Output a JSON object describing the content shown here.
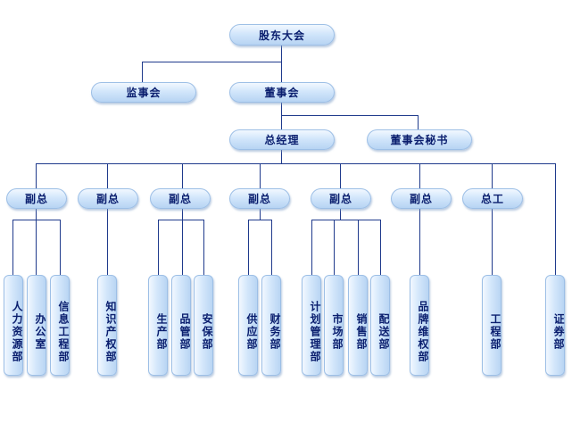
{
  "org_chart": {
    "top": "股东大会",
    "supervisory_board": "监事会",
    "board": "董事会",
    "general_manager": "总经理",
    "board_secretary": "董事会秘书",
    "deputies": [
      "副总",
      "副总",
      "副总",
      "副总",
      "副总",
      "副总"
    ],
    "chief_engineer": "总工",
    "departments": {
      "hr": "人力资源部",
      "office": "办公室",
      "it": "信息工程部",
      "ip": "知识产权部",
      "production": "生产部",
      "quality": "品管部",
      "safety": "安保部",
      "supply": "供应部",
      "finance": "财务部",
      "planning": "计划管理部",
      "market": "市场部",
      "sales": "销售部",
      "distribution": "配送部",
      "brand": "品牌维权部",
      "engineering": "工程部",
      "securities": "证券部"
    }
  },
  "colors": {
    "line": "#1f3a8c",
    "text": "#0a1e6e",
    "box_light": "#f2f8ff",
    "box_dark": "#b7d4f3"
  }
}
